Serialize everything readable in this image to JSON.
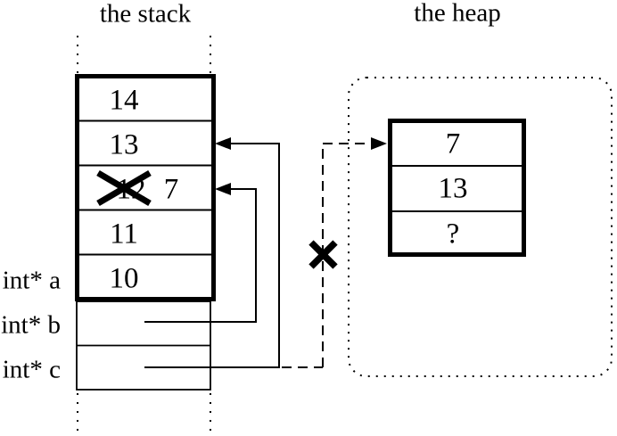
{
  "diagram": {
    "stack": {
      "title": "the stack",
      "cells": [
        {
          "value": "14",
          "crossed_out": false
        },
        {
          "value": "13",
          "crossed_out": false
        },
        {
          "value": "12",
          "crossed_out": true,
          "new_value": "7"
        },
        {
          "value": "11",
          "crossed_out": false
        },
        {
          "value": "10",
          "crossed_out": false
        }
      ],
      "pointer_labels": [
        {
          "label": "int* a"
        },
        {
          "label": "int* b"
        },
        {
          "label": "int* c"
        }
      ]
    },
    "heap": {
      "title": "the heap",
      "cells": [
        {
          "value": "7"
        },
        {
          "value": "13"
        },
        {
          "value": "?"
        }
      ]
    },
    "colors": {
      "ink": "#000000",
      "background": "#ffffff"
    }
  }
}
